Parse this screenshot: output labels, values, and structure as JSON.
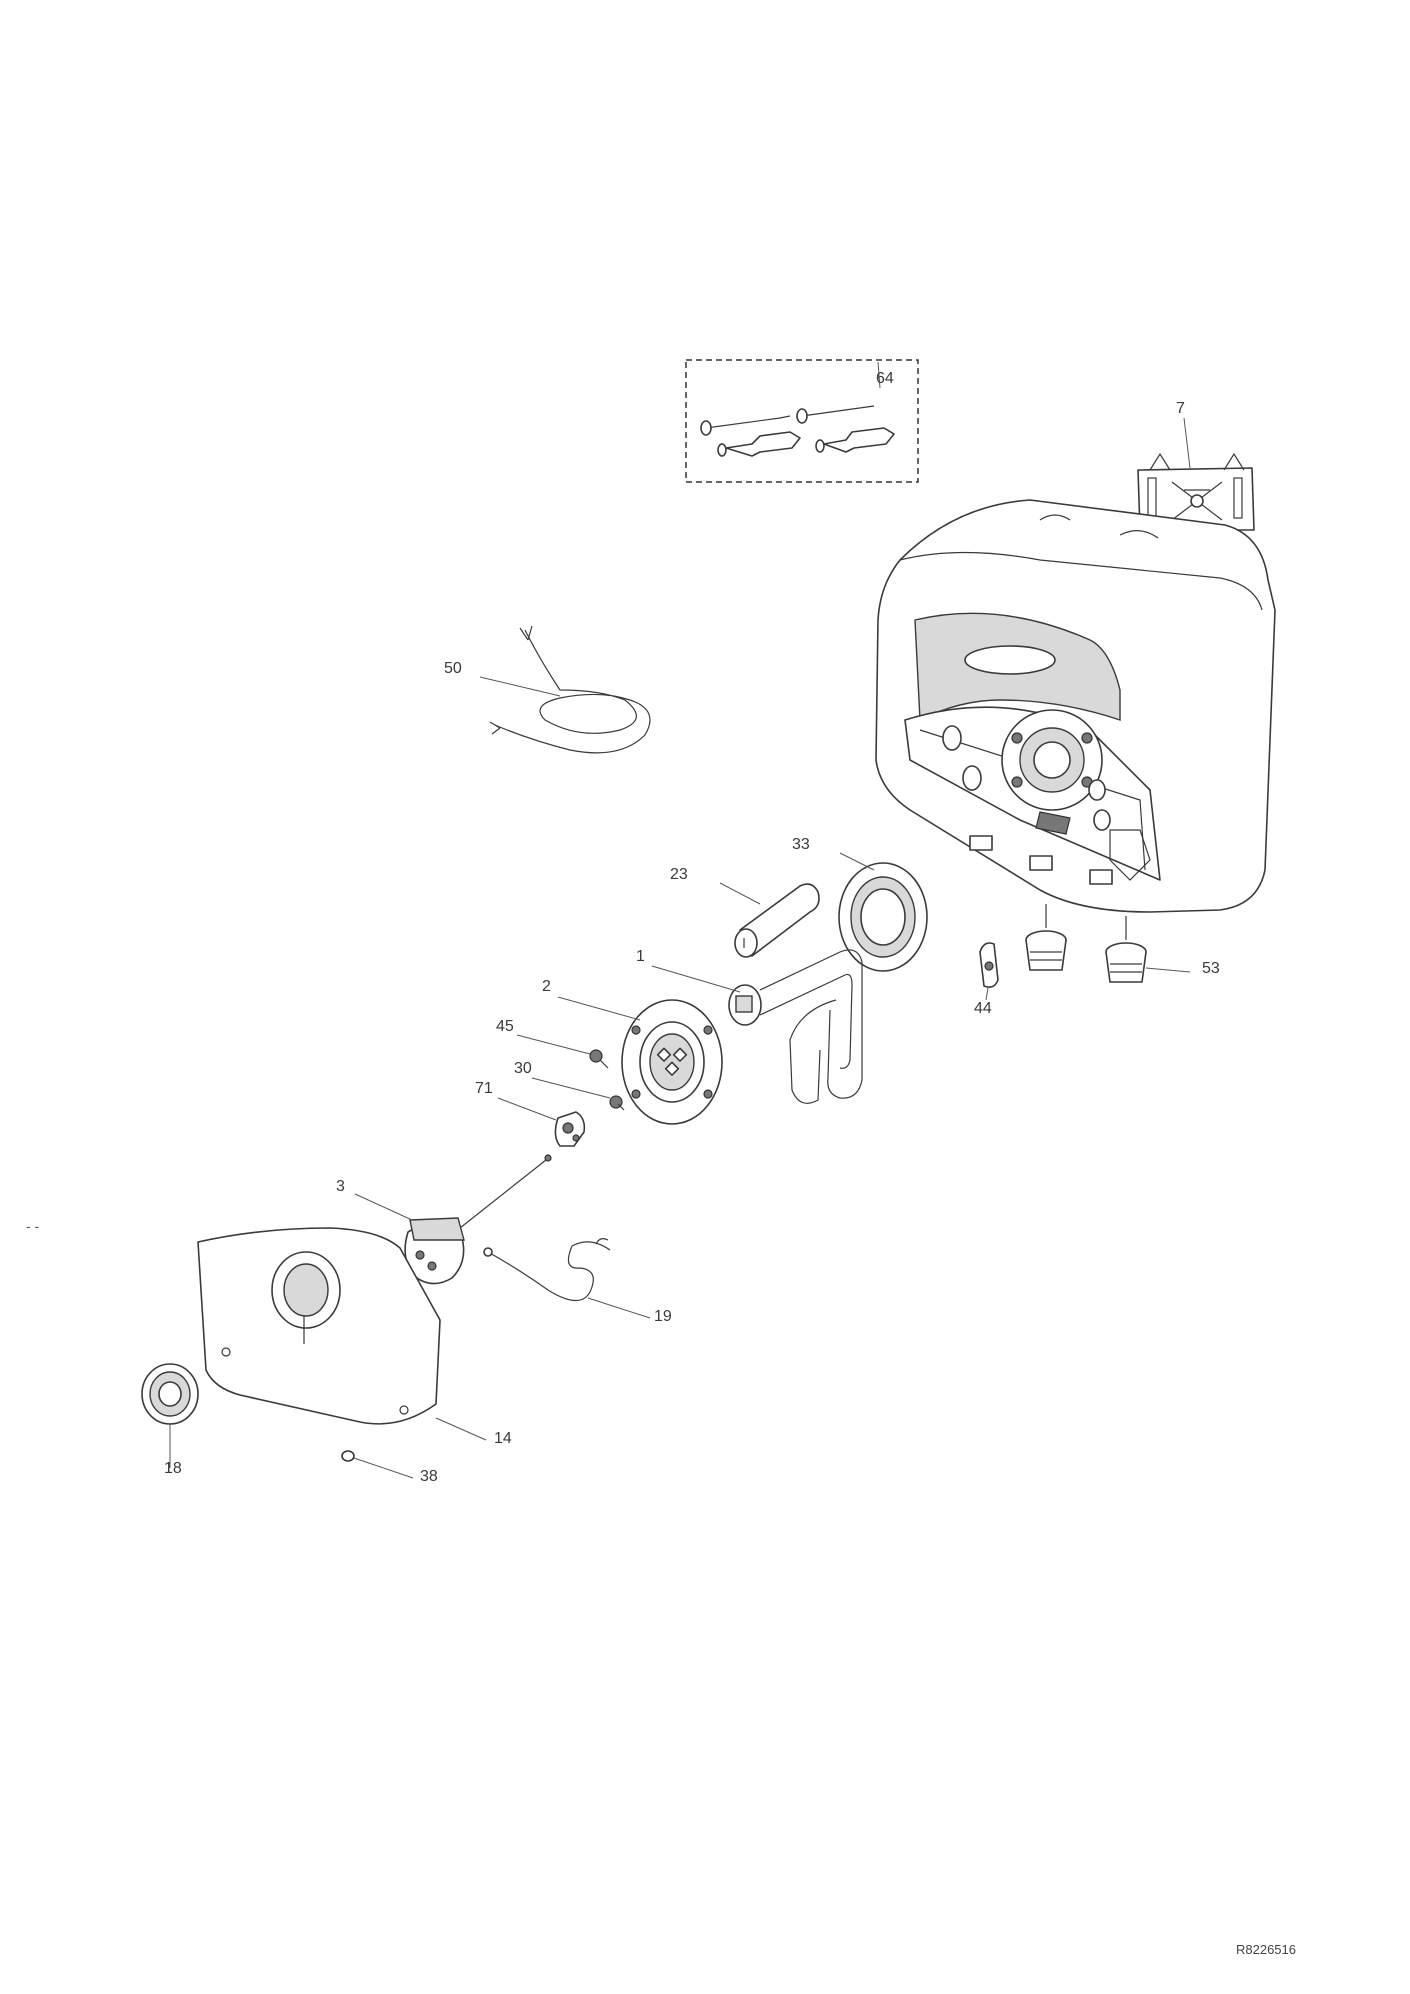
{
  "diagram": {
    "drawing_reference": "R8226516",
    "stray_mark": "- -",
    "parts": [
      {
        "id": "p64",
        "number": "64"
      },
      {
        "id": "p7",
        "number": "7"
      },
      {
        "id": "p50",
        "number": "50"
      },
      {
        "id": "p33",
        "number": "33"
      },
      {
        "id": "p23",
        "number": "23"
      },
      {
        "id": "p1",
        "number": "1"
      },
      {
        "id": "p2",
        "number": "2"
      },
      {
        "id": "p45",
        "number": "45"
      },
      {
        "id": "p30",
        "number": "30"
      },
      {
        "id": "p71",
        "number": "71"
      },
      {
        "id": "p44",
        "number": "44"
      },
      {
        "id": "p53",
        "number": "53"
      },
      {
        "id": "p3",
        "number": "3"
      },
      {
        "id": "p19",
        "number": "19"
      },
      {
        "id": "p14",
        "number": "14"
      },
      {
        "id": "p18",
        "number": "18"
      },
      {
        "id": "p38",
        "number": "38"
      }
    ]
  }
}
